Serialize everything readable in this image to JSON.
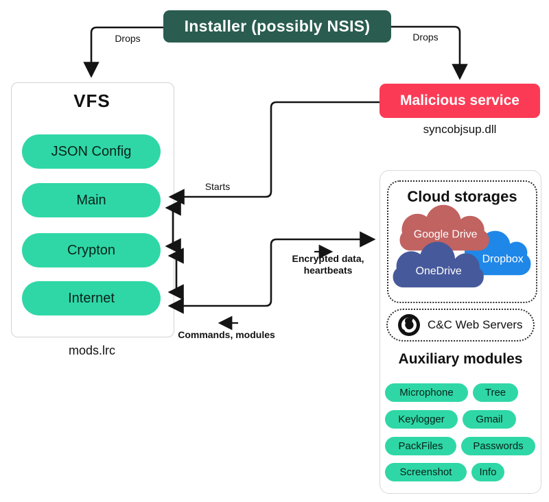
{
  "installer": {
    "label": "Installer (possibly NSIS)"
  },
  "edge_labels": {
    "drops_left": "Drops",
    "drops_right": "Drops",
    "starts": "Starts",
    "encrypted": "Encrypted data,\nheartbeats",
    "commands": "Commands, modules"
  },
  "vfs": {
    "title": "VFS",
    "caption": "mods.lrc",
    "modules": [
      {
        "label": "JSON Config"
      },
      {
        "label": "Main"
      },
      {
        "label": "Crypton"
      },
      {
        "label": "Internet"
      }
    ]
  },
  "malicious_service": {
    "label": "Malicious service",
    "caption": "syncobjsup.dll"
  },
  "remote_panel": {
    "cloud_storages": {
      "title": "Cloud storages",
      "providers": [
        {
          "name": "Google Drive",
          "color": "#c16361"
        },
        {
          "name": "Dropbox",
          "color": "#1f87e8"
        },
        {
          "name": "OneDrive",
          "color": "#46599b"
        }
      ]
    },
    "cnc": {
      "label": "C&C Web Servers"
    },
    "auxiliary": {
      "title": "Auxiliary modules",
      "modules": [
        {
          "label": "Microphone"
        },
        {
          "label": "Tree"
        },
        {
          "label": "Keylogger"
        },
        {
          "label": "Gmail"
        },
        {
          "label": "PackFiles"
        },
        {
          "label": "Passwords"
        },
        {
          "label": "Screenshot"
        },
        {
          "label": "Info"
        }
      ]
    }
  },
  "colors": {
    "module_teal": "#2fd7a6",
    "installer_green": "#2a5c50",
    "service_red": "#fb3b55",
    "line_black": "#141414"
  }
}
